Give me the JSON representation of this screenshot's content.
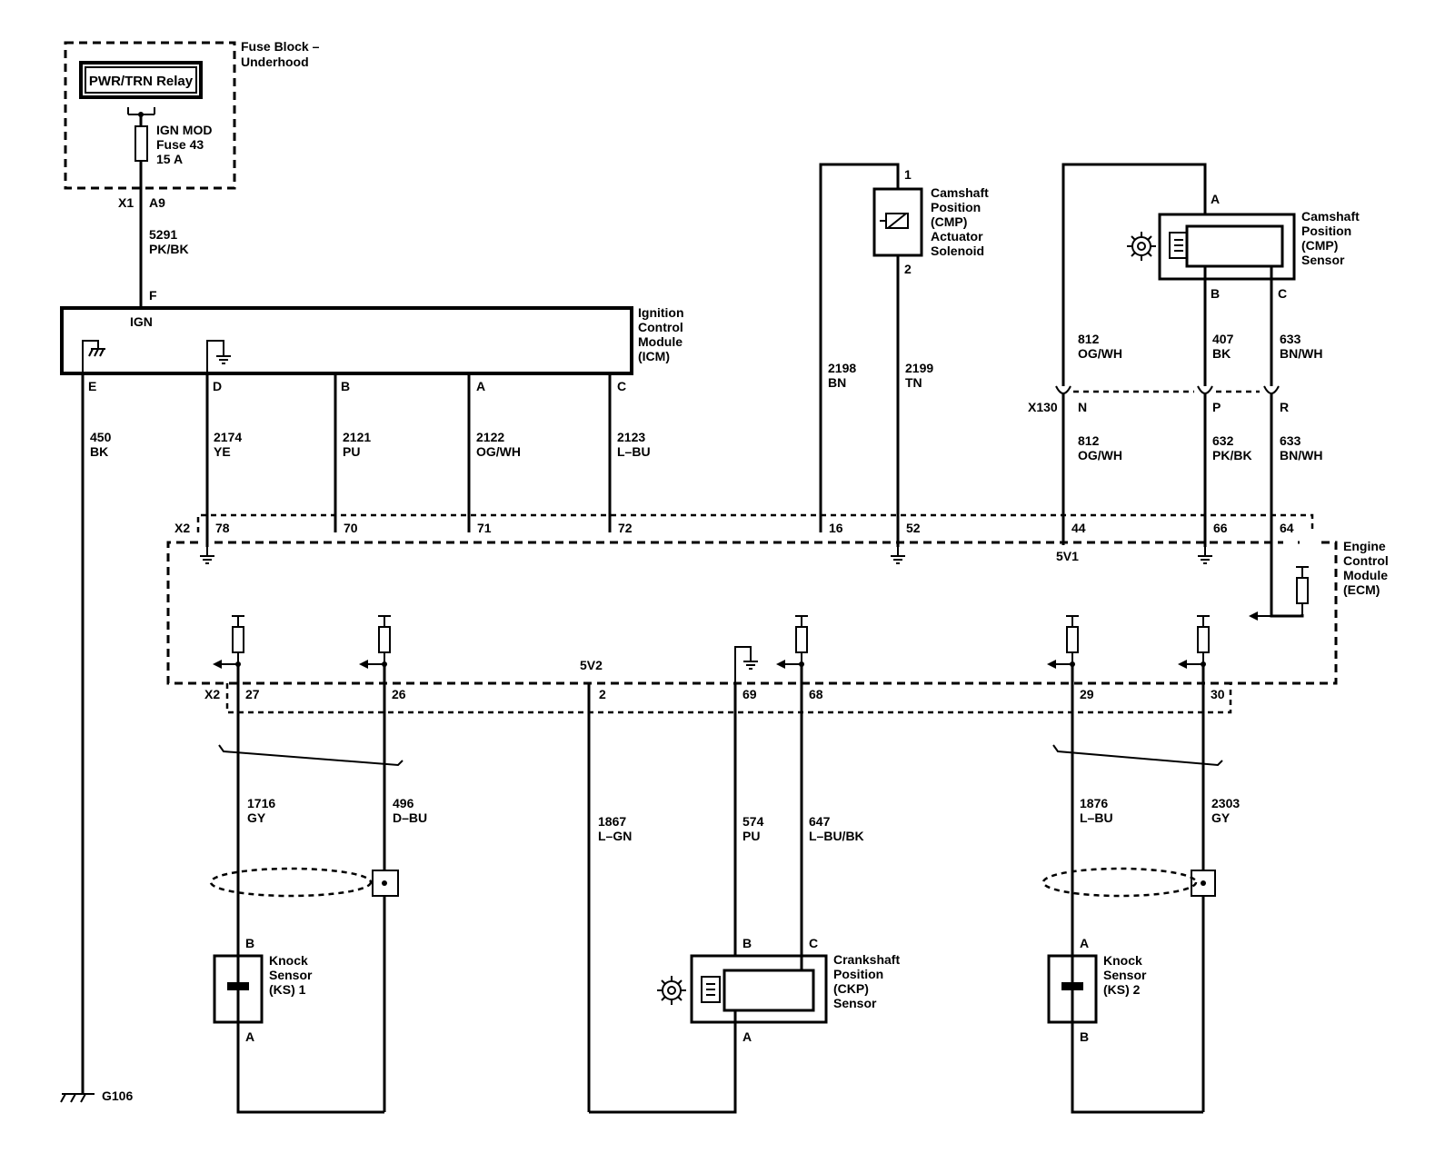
{
  "fuse_block": {
    "title_line1": "Fuse Block –",
    "title_line2": "Underhood",
    "relay": "PWR/TRN Relay",
    "fuse_line1": "IGN MOD",
    "fuse_line2": "Fuse 43",
    "fuse_line3": "15 A",
    "conn": "X1",
    "pin": "A9"
  },
  "feed_wire": {
    "circuit": "5291",
    "color": "PK/BK"
  },
  "icm": {
    "line1": "Ignition",
    "line2": "Control",
    "line3": "Module",
    "line4": "(ICM)",
    "ign_label": "IGN",
    "top_pin": "F",
    "pins": [
      {
        "pin": "E",
        "circuit": "450",
        "color": "BK"
      },
      {
        "pin": "D",
        "circuit": "2174",
        "color": "YE"
      },
      {
        "pin": "B",
        "circuit": "2121",
        "color": "PU"
      },
      {
        "pin": "A",
        "circuit": "2122",
        "color": "OG/WH"
      },
      {
        "pin": "C",
        "circuit": "2123",
        "color": "L–BU"
      }
    ]
  },
  "ground": {
    "label": "G106"
  },
  "cmp_solenoid": {
    "line1": "Camshaft",
    "line2": "Position",
    "line3": "(CMP)",
    "line4": "Actuator",
    "line5": "Solenoid",
    "pin1": "1",
    "pin2": "2",
    "wire1": {
      "circuit": "2198",
      "color": "BN"
    },
    "wire2": {
      "circuit": "2199",
      "color": "TN"
    }
  },
  "cmp_sensor": {
    "line1": "Camshaft",
    "line2": "Position",
    "line3": "(CMP)",
    "line4": "Sensor",
    "pin_a": "A",
    "pin_b": "B",
    "pin_c": "C",
    "upper_wires": [
      {
        "circuit": "812",
        "color": "OG/WH"
      },
      {
        "circuit": "407",
        "color": "BK"
      },
      {
        "circuit": "633",
        "color": "BN/WH"
      }
    ],
    "conn": "X130",
    "conn_pins": [
      "N",
      "P",
      "R"
    ],
    "lower_wires": [
      {
        "circuit": "812",
        "color": "OG/WH"
      },
      {
        "circuit": "632",
        "color": "PK/BK"
      },
      {
        "circuit": "633",
        "color": "BN/WH"
      }
    ]
  },
  "ecm": {
    "line1": "Engine",
    "line2": "Control",
    "line3": "Module",
    "line4": "(ECM)",
    "top_conn": "X2",
    "top_pins": [
      "78",
      "70",
      "71",
      "72",
      "16",
      "52",
      "44",
      "66",
      "64"
    ],
    "v1": "5V1",
    "v2": "5V2",
    "bottom_conn": "X2",
    "bottom_pins": [
      "27",
      "26",
      "2",
      "69",
      "68",
      "29",
      "30"
    ]
  },
  "ks1": {
    "line1": "Knock",
    "line2": "Sensor",
    "line3": "(KS) 1",
    "pin_top": "B",
    "pin_bottom": "A",
    "wire1": {
      "circuit": "1716",
      "color": "GY"
    },
    "wire2": {
      "circuit": "496",
      "color": "D–BU"
    }
  },
  "ckp": {
    "line1": "Crankshaft",
    "line2": "Position",
    "line3": "(CKP)",
    "line4": "Sensor",
    "pin_b": "B",
    "pin_c": "C",
    "pin_a": "A",
    "wire_a": {
      "circuit": "1867",
      "color": "L–GN"
    },
    "wire_b": {
      "circuit": "574",
      "color": "PU"
    },
    "wire_c": {
      "circuit": "647",
      "color": "L–BU/BK"
    }
  },
  "ks2": {
    "line1": "Knock",
    "line2": "Sensor",
    "line3": "(KS) 2",
    "pin_top": "A",
    "pin_bottom": "B",
    "wire1": {
      "circuit": "1876",
      "color": "L–BU"
    },
    "wire2": {
      "circuit": "2303",
      "color": "GY"
    }
  }
}
